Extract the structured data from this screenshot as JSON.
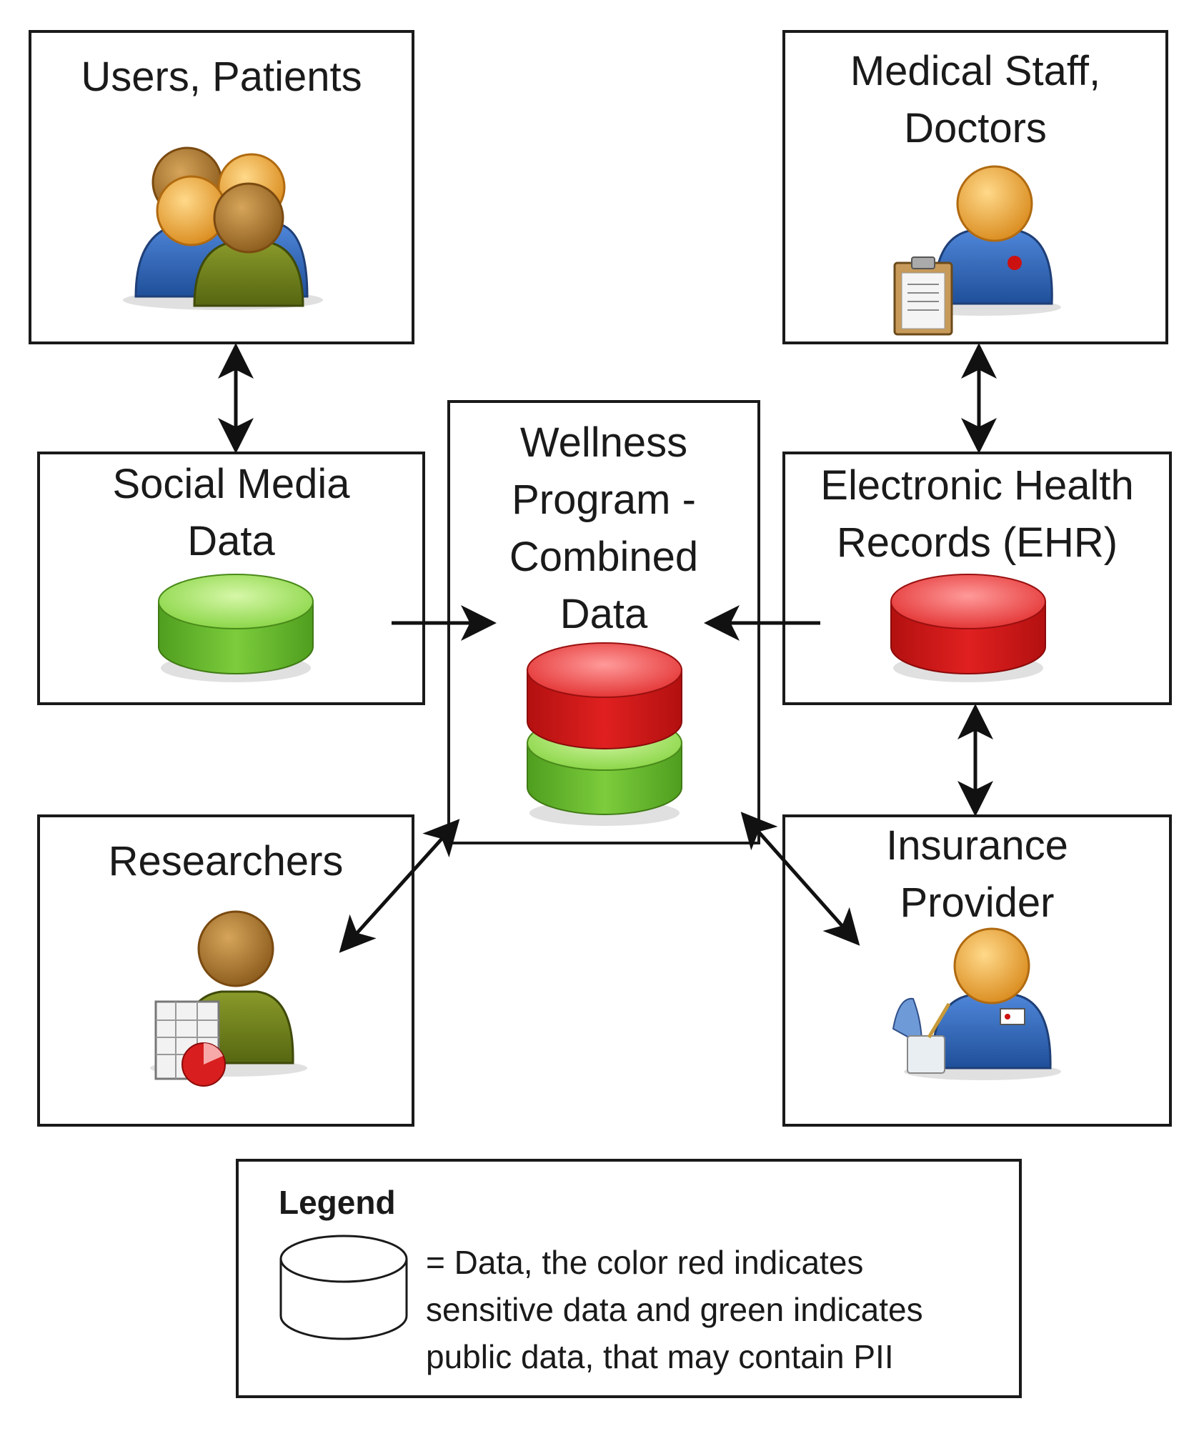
{
  "nodes": {
    "users": {
      "line1": "Users, Patients"
    },
    "medical": {
      "line1": "Medical Staff,",
      "line2": "Doctors"
    },
    "social": {
      "line1": "Social Media",
      "line2": "Data"
    },
    "wellness": {
      "line1": "Wellness",
      "line2": "Program -",
      "line3": "Combined",
      "line4": "Data"
    },
    "ehr": {
      "line1": "Electronic Health",
      "line2": "Records (EHR)"
    },
    "researchers": {
      "line1": "Researchers"
    },
    "insurance": {
      "line1": "Insurance",
      "line2": "Provider"
    }
  },
  "legend": {
    "title": "Legend",
    "line1": "= Data, the color red indicates",
    "line2": "sensitive data and green indicates",
    "line3": "public data, that may contain PII"
  },
  "colors": {
    "sensitive": "#e02020",
    "public": "#7ccc3c",
    "outline": "#1a1a1a"
  },
  "icons": {
    "users": "group-of-people-icon",
    "medical": "doctor-with-clipboard-icon",
    "researchers": "researcher-with-chart-icon",
    "insurance": "agent-with-pen-icon",
    "data": "database-cylinder-icon"
  }
}
